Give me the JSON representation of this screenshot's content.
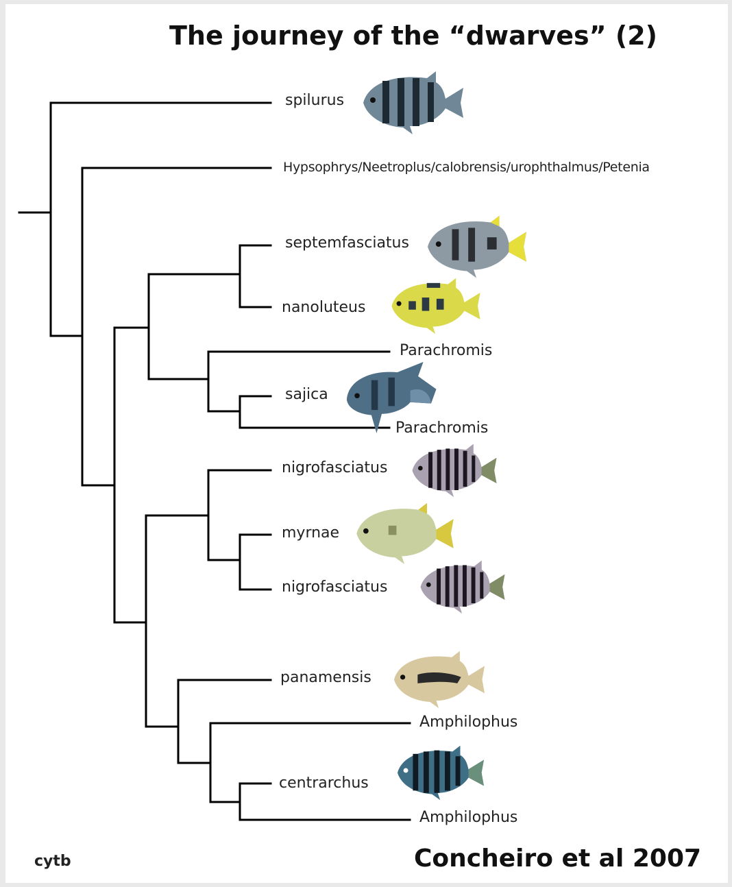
{
  "title": "The journey of the “dwarves” (2)",
  "taxa": {
    "spilurus": "spilurus",
    "hypsophrys": "Hypsophrys/Neetroplus/calobrensis/urophthalmus/Petenia",
    "septemfasciatus": "septemfasciatus",
    "nanoluteus": "nanoluteus",
    "parachromis_1": "Parachromis",
    "sajica": "sajica",
    "parachromis_2": "Parachromis",
    "nigrofasciatus_1": "nigrofasciatus",
    "myrnae": "myrnae",
    "nigrofasciatus_2": "nigrofasciatus",
    "panamensis": "panamensis",
    "amphilophus_1": "Amphilophus",
    "centrarchus": "centrarchus",
    "amphilophus_2": "Amphilophus"
  },
  "fish_icons": [
    {
      "name": "spilurus-fish-icon",
      "body": "#6f8796",
      "stripe": "#1d2a33",
      "fin": "#8aa2b0"
    },
    {
      "name": "septemfasciatus-fish-icon",
      "body": "#8d9aa3",
      "stripe": "#2b2f33",
      "fin": "#e6de3a"
    },
    {
      "name": "nanoluteus-fish-icon",
      "body": "#d9d94a",
      "stripe": "#2c3a44",
      "fin": "#cfcf45"
    },
    {
      "name": "sajica-fish-icon",
      "body": "#4f6f86",
      "stripe": "#24384a",
      "fin": "#6f8fa8"
    },
    {
      "name": "nigrofasciatus-fish-icon",
      "body": "#a9a0b0",
      "stripe": "#1b1620",
      "fin": "#7f8c66"
    },
    {
      "name": "myrnae-fish-icon",
      "body": "#c8d0a0",
      "stripe": "#8a9060",
      "fin": "#d8c840"
    },
    {
      "name": "nigrofasciatus-fish-icon",
      "body": "#a9a0b0",
      "stripe": "#1b1620",
      "fin": "#7f8c66"
    },
    {
      "name": "panamensis-fish-icon",
      "body": "#d8c8a0",
      "stripe": "#2a2a2a",
      "fin": "#c8b880"
    },
    {
      "name": "centrarchus-fish-icon",
      "body": "#3f6f86",
      "stripe": "#0f1a22",
      "fin": "#6a8f7a"
    }
  ],
  "footer": {
    "gene": "cytb",
    "citation": "Concheiro et al 2007"
  }
}
